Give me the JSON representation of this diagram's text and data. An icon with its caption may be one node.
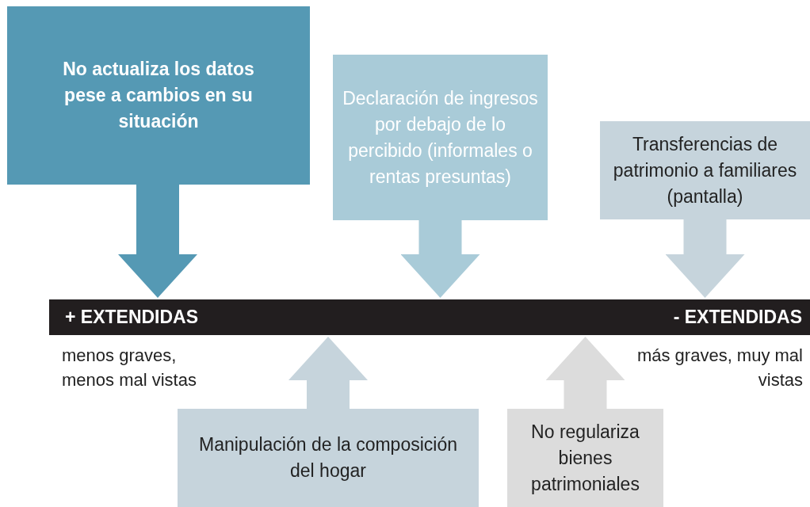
{
  "diagram": {
    "nodes": [
      {
        "text": [
          "No actualiza los datos pese a cambios en su situación"
        ]
      },
      {
        "text": [
          "Declaración de ingresos por debajo de lo percibido (informales o rentas presuntas)"
        ]
      },
      {
        "text": [
          "Transferencias de patrimonio a familiares (pantalla)"
        ]
      },
      {
        "text": [
          "+ EXTENDIDAS",
          "- EXTENDIDAS"
        ]
      },
      {
        "text": [
          "Manipulación de la composición del hogar"
        ]
      },
      {
        "text": [
          "No regulariza bienes patrimoniales"
        ]
      }
    ],
    "edges": [
      {
        "from": 0,
        "to": 3,
        "arrow": "to",
        "color": "#5599b4"
      },
      {
        "from": 1,
        "to": 3,
        "arrow": "to",
        "color": "#a9cbd8"
      },
      {
        "from": 2,
        "to": 3,
        "arrow": "to",
        "color": "#c6d4dc"
      },
      {
        "from": 4,
        "to": 3,
        "arrow": "to",
        "color": "#c6d4dc"
      },
      {
        "from": 5,
        "to": 3,
        "arrow": "to",
        "color": "#dcdcdc"
      }
    ],
    "labels": [
      "menos graves, menos mal vistas",
      "más graves, muy mal vistas"
    ]
  }
}
